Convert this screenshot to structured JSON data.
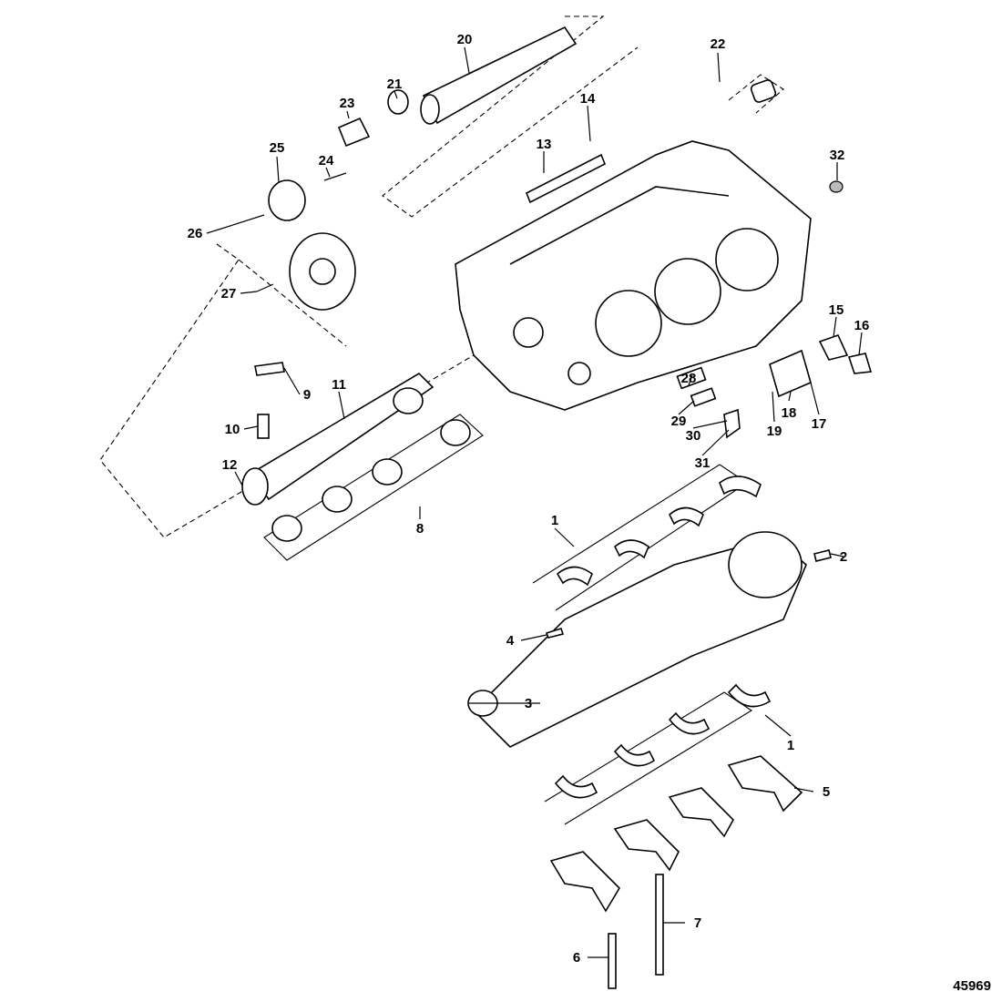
{
  "figure_number": "45969",
  "callouts": [
    {
      "id": "20",
      "text": "20"
    },
    {
      "id": "22",
      "text": "22"
    },
    {
      "id": "21",
      "text": "21"
    },
    {
      "id": "23",
      "text": "23"
    },
    {
      "id": "14",
      "text": "14"
    },
    {
      "id": "13",
      "text": "13"
    },
    {
      "id": "32",
      "text": "32"
    },
    {
      "id": "25",
      "text": "25"
    },
    {
      "id": "24",
      "text": "24"
    },
    {
      "id": "26",
      "text": "26"
    },
    {
      "id": "27",
      "text": "27"
    },
    {
      "id": "15",
      "text": "15"
    },
    {
      "id": "16",
      "text": "16"
    },
    {
      "id": "9",
      "text": "9"
    },
    {
      "id": "11",
      "text": "11"
    },
    {
      "id": "28",
      "text": "28"
    },
    {
      "id": "18",
      "text": "18"
    },
    {
      "id": "17",
      "text": "17"
    },
    {
      "id": "29",
      "text": "29"
    },
    {
      "id": "19",
      "text": "19"
    },
    {
      "id": "30",
      "text": "30"
    },
    {
      "id": "10",
      "text": "10"
    },
    {
      "id": "31",
      "text": "31"
    },
    {
      "id": "12",
      "text": "12"
    },
    {
      "id": "8",
      "text": "8"
    },
    {
      "id": "1a",
      "text": "1"
    },
    {
      "id": "2",
      "text": "2"
    },
    {
      "id": "4",
      "text": "4"
    },
    {
      "id": "3",
      "text": "3"
    },
    {
      "id": "1b",
      "text": "1"
    },
    {
      "id": "5",
      "text": "5"
    },
    {
      "id": "7",
      "text": "7"
    },
    {
      "id": "6",
      "text": "6"
    }
  ]
}
